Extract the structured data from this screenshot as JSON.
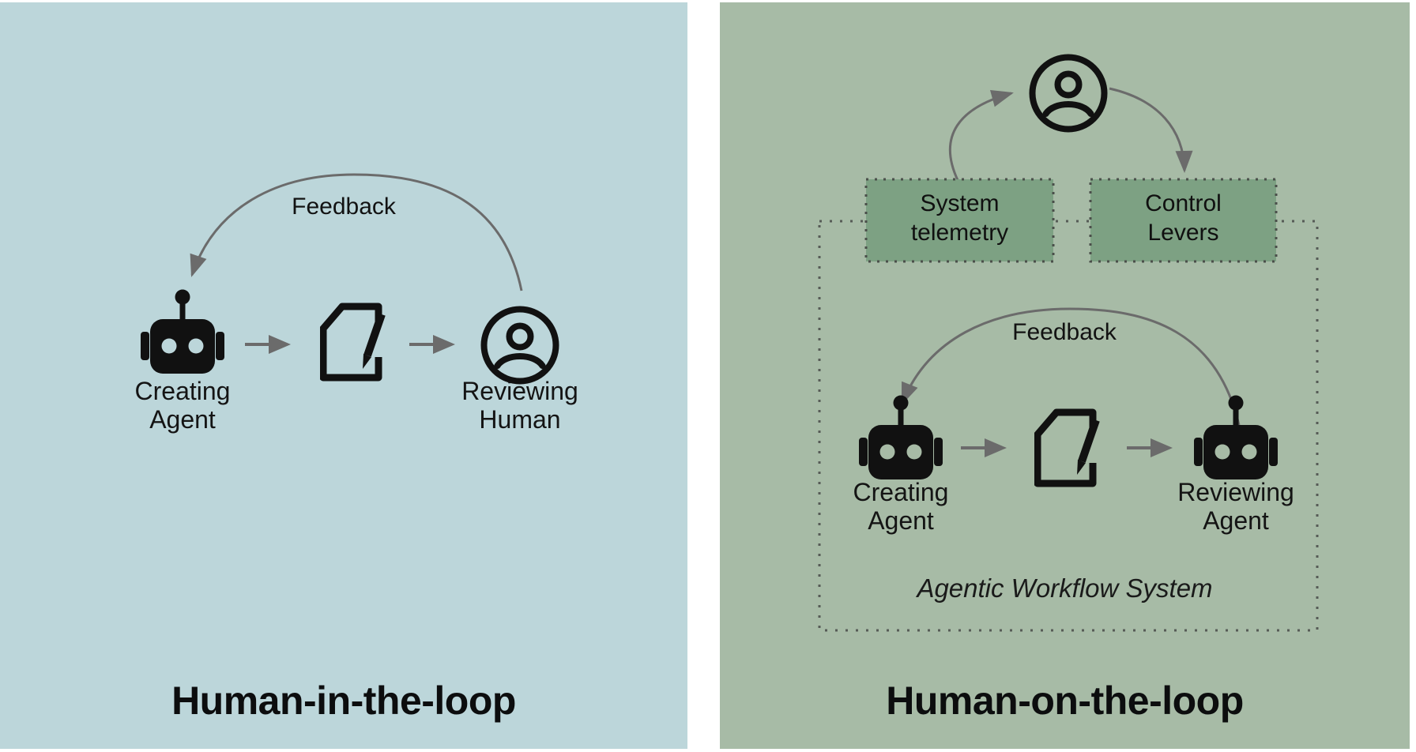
{
  "colors": {
    "page_bg": "#ffffff",
    "left_bg": "#bcd6da",
    "right_bg": "#a7bba6",
    "box_fill": "#7da183",
    "arrow_gray": "#6b6b6b",
    "dot_gray": "#50554f",
    "ink": "#111111"
  },
  "left_panel": {
    "title": "Human-in-the-loop",
    "feedback_label": "Feedback",
    "nodes": {
      "creating_agent": "Creating\nAgent",
      "reviewing_human": "Reviewing\nHuman"
    },
    "icons": {
      "creator": "robot-icon",
      "artifact": "document-edit-icon",
      "reviewer": "person-icon"
    }
  },
  "right_panel": {
    "title": "Human-on-the-loop",
    "feedback_label": "Feedback",
    "oversight_icon": "person-icon",
    "boxes": {
      "system_telemetry": "System\ntelemetry",
      "control_levers": "Control\nLevers"
    },
    "workflow_box_label": "Agentic Workflow System",
    "nodes": {
      "creating_agent": "Creating\nAgent",
      "reviewing_agent": "Reviewing\nAgent"
    },
    "icons": {
      "creator": "robot-icon",
      "artifact": "document-edit-icon",
      "reviewer": "robot-icon"
    }
  }
}
